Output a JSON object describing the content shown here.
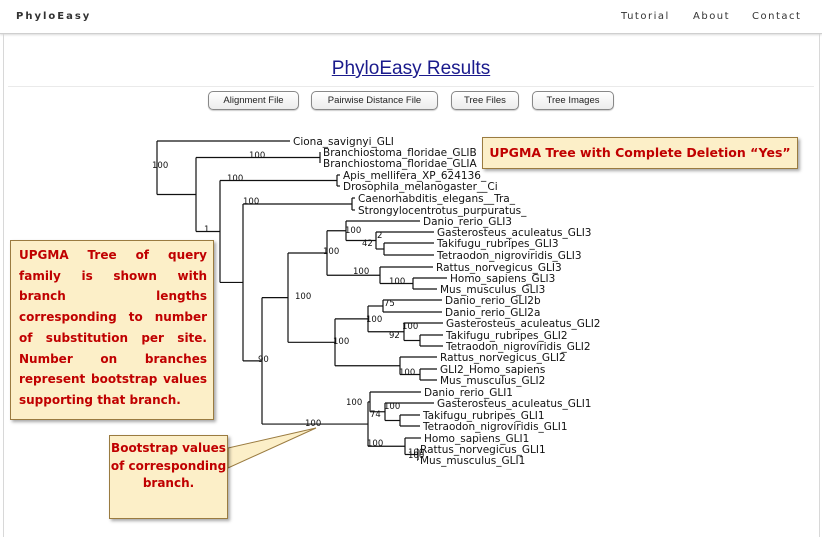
{
  "header": {
    "brand": "PhyloEasy",
    "nav": [
      "Tutorial",
      "About",
      "Contact"
    ]
  },
  "main": {
    "title": "PhyloEasy Results",
    "buttons": [
      "Alignment File",
      "Pairwise Distance File",
      "Tree Files",
      "Tree Images"
    ]
  },
  "annotations": {
    "top": "UPGMA Tree with Complete Deletion “Yes”",
    "left": "UPGMA Tree of query family is shown with branch lengths corresponding to number of substitution per site. Number on branches represent bootstrap values supporting that branch.",
    "bottom": "Bootstrap values of corresponding branch."
  },
  "tree": {
    "taxa": [
      "Ciona_savignyi_GLI",
      "Branchiostoma_floridae_GLIB",
      "Branchiostoma_floridae_GLIA",
      "Apis_mellifera_XP_624136_",
      "Drosophila_melanogaster__Ci",
      "Caenorhabditis_elegans__Tra_",
      "Strongylocentrotus_purpuratus_",
      "Danio_rerio_GLI3",
      "Gasterosteus_aculeatus_GLI3",
      "Takifugu_rubripes_GLI3",
      "Tetraodon_nigroviridis_GLI3",
      "Rattus_norvegicus_GLI3",
      "Homo_sapiens_GLI3",
      "Mus_musculus_GLI3",
      "Danio_rerio_GLI2b",
      "Danio_rerio_GLI2a",
      "Gasterosteus_aculeatus_GLI2",
      "Takifugu_rubripes_GLI2",
      "Tetraodon_nigroviridis_GLI2",
      "Rattus_norvegicus_GLI2",
      "GLI2_Homo_sapiens",
      "Mus_musculus_GLI2",
      "Danio_rerio_GLI1",
      "Gasterosteus_aculeatus_GLI1",
      "Takifugu_rubripes_GLI1",
      "Tetraodon_nigroviridis_GLI1",
      "Homo_sapiens_GLI1",
      "Rattus_norvegicus_GLI1",
      "Mus_musculus_GLI1"
    ],
    "bootstrap": [
      "100",
      "100",
      "100",
      "100",
      "1",
      "100",
      "2",
      "42",
      "100",
      "100",
      "100",
      "100",
      "100",
      "75",
      "100",
      "92",
      "100",
      "100",
      "90",
      "100",
      "100",
      "74",
      "100",
      "100",
      "100",
      "100"
    ]
  }
}
